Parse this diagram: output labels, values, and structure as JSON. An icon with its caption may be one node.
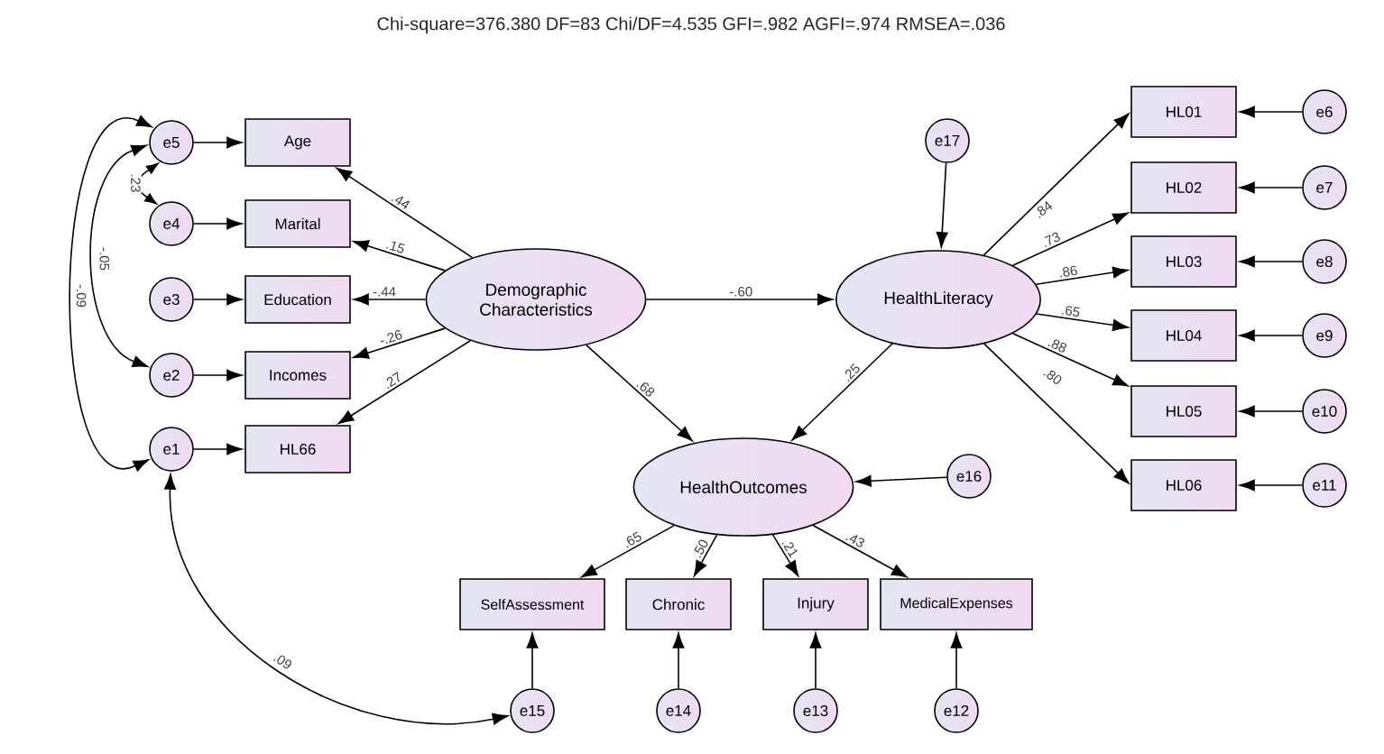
{
  "diagram": {
    "title": "Chi-square=376.380   DF=83   Chi/DF=4.535   GFI=.982   AGFI=.974   RMSEA=.036",
    "nodes": [
      {
        "text": [
          "e5"
        ]
      },
      {
        "text": [
          "e4"
        ]
      },
      {
        "text": [
          "e3"
        ]
      },
      {
        "text": [
          "e2"
        ]
      },
      {
        "text": [
          "e1"
        ]
      },
      {
        "text": [
          "Age"
        ]
      },
      {
        "text": [
          "Marital"
        ]
      },
      {
        "text": [
          "Education"
        ]
      },
      {
        "text": [
          "Incomes"
        ]
      },
      {
        "text": [
          "HL66"
        ]
      },
      {
        "text": [
          "Demographic Characteristics"
        ]
      },
      {
        "text": [
          "HealthLiteracy"
        ]
      },
      {
        "text": [
          "e17"
        ]
      },
      {
        "text": [
          "HL01"
        ]
      },
      {
        "text": [
          "HL02"
        ]
      },
      {
        "text": [
          "HL03"
        ]
      },
      {
        "text": [
          "HL04"
        ]
      },
      {
        "text": [
          "HL05"
        ]
      },
      {
        "text": [
          "HL06"
        ]
      },
      {
        "text": [
          "e6"
        ]
      },
      {
        "text": [
          "e7"
        ]
      },
      {
        "text": [
          "e8"
        ]
      },
      {
        "text": [
          "e9"
        ]
      },
      {
        "text": [
          "e10"
        ]
      },
      {
        "text": [
          "e11"
        ]
      },
      {
        "text": [
          "HealthOutcomes"
        ]
      },
      {
        "text": [
          "e16"
        ]
      },
      {
        "text": [
          "SelfAssessment"
        ]
      },
      {
        "text": [
          "Chronic"
        ]
      },
      {
        "text": [
          "Injury"
        ]
      },
      {
        "text": [
          "MedicalExpenses"
        ]
      },
      {
        "text": [
          "e15"
        ]
      },
      {
        "text": [
          "e14"
        ]
      },
      {
        "text": [
          "e13"
        ]
      },
      {
        "text": [
          "e12"
        ]
      }
    ],
    "edges": [
      {
        "from": 0,
        "to": 5,
        "arrow": "to"
      },
      {
        "from": 1,
        "to": 6,
        "arrow": "to"
      },
      {
        "from": 2,
        "to": 7,
        "arrow": "to"
      },
      {
        "from": 3,
        "to": 8,
        "arrow": "to"
      },
      {
        "from": 4,
        "to": 9,
        "arrow": "to"
      },
      {
        "from": 10,
        "to": 5,
        "arrow": "to",
        "label": ".44"
      },
      {
        "from": 10,
        "to": 6,
        "arrow": "to",
        "label": ".15"
      },
      {
        "from": 10,
        "to": 7,
        "arrow": "to",
        "label": "-.44"
      },
      {
        "from": 10,
        "to": 8,
        "arrow": "to",
        "label": "-.26"
      },
      {
        "from": 10,
        "to": 9,
        "arrow": "to",
        "label": ".27"
      },
      {
        "from": 10,
        "to": 11,
        "arrow": "to",
        "label": "-.60"
      },
      {
        "from": 10,
        "to": 25,
        "arrow": "to",
        "label": ".68"
      },
      {
        "from": 11,
        "to": 25,
        "arrow": "to",
        "label": ".25"
      },
      {
        "from": 12,
        "to": 11,
        "arrow": "to"
      },
      {
        "from": 11,
        "to": 13,
        "arrow": "to",
        "label": ".84"
      },
      {
        "from": 11,
        "to": 14,
        "arrow": "to",
        "label": ".73"
      },
      {
        "from": 11,
        "to": 15,
        "arrow": "to",
        "label": ".86"
      },
      {
        "from": 11,
        "to": 16,
        "arrow": "to",
        "label": ".65"
      },
      {
        "from": 11,
        "to": 17,
        "arrow": "to",
        "label": ".88"
      },
      {
        "from": 11,
        "to": 18,
        "arrow": "to",
        "label": ".80"
      },
      {
        "from": 19,
        "to": 13,
        "arrow": "to"
      },
      {
        "from": 20,
        "to": 14,
        "arrow": "to"
      },
      {
        "from": 21,
        "to": 15,
        "arrow": "to"
      },
      {
        "from": 22,
        "to": 16,
        "arrow": "to"
      },
      {
        "from": 23,
        "to": 17,
        "arrow": "to"
      },
      {
        "from": 24,
        "to": 18,
        "arrow": "to"
      },
      {
        "from": 26,
        "to": 25,
        "arrow": "to"
      },
      {
        "from": 25,
        "to": 27,
        "arrow": "to",
        "label": ".65"
      },
      {
        "from": 25,
        "to": 28,
        "arrow": "to",
        "label": ".50"
      },
      {
        "from": 25,
        "to": 29,
        "arrow": "to",
        "label": ".21"
      },
      {
        "from": 25,
        "to": 30,
        "arrow": "to",
        "label": ".43"
      },
      {
        "from": 31,
        "to": 27,
        "arrow": "to"
      },
      {
        "from": 32,
        "to": 28,
        "arrow": "to"
      },
      {
        "from": 33,
        "to": 29,
        "arrow": "to"
      },
      {
        "from": 34,
        "to": 30,
        "arrow": "to"
      },
      {
        "from": 0,
        "to": 1,
        "arrow": "both",
        "label": ".23"
      },
      {
        "from": 0,
        "to": 3,
        "arrow": "both",
        "label": "-.05"
      },
      {
        "from": 0,
        "to": 4,
        "arrow": "both",
        "label": "-.09"
      },
      {
        "from": 4,
        "to": 31,
        "arrow": "both",
        "label": ".09"
      }
    ]
  }
}
